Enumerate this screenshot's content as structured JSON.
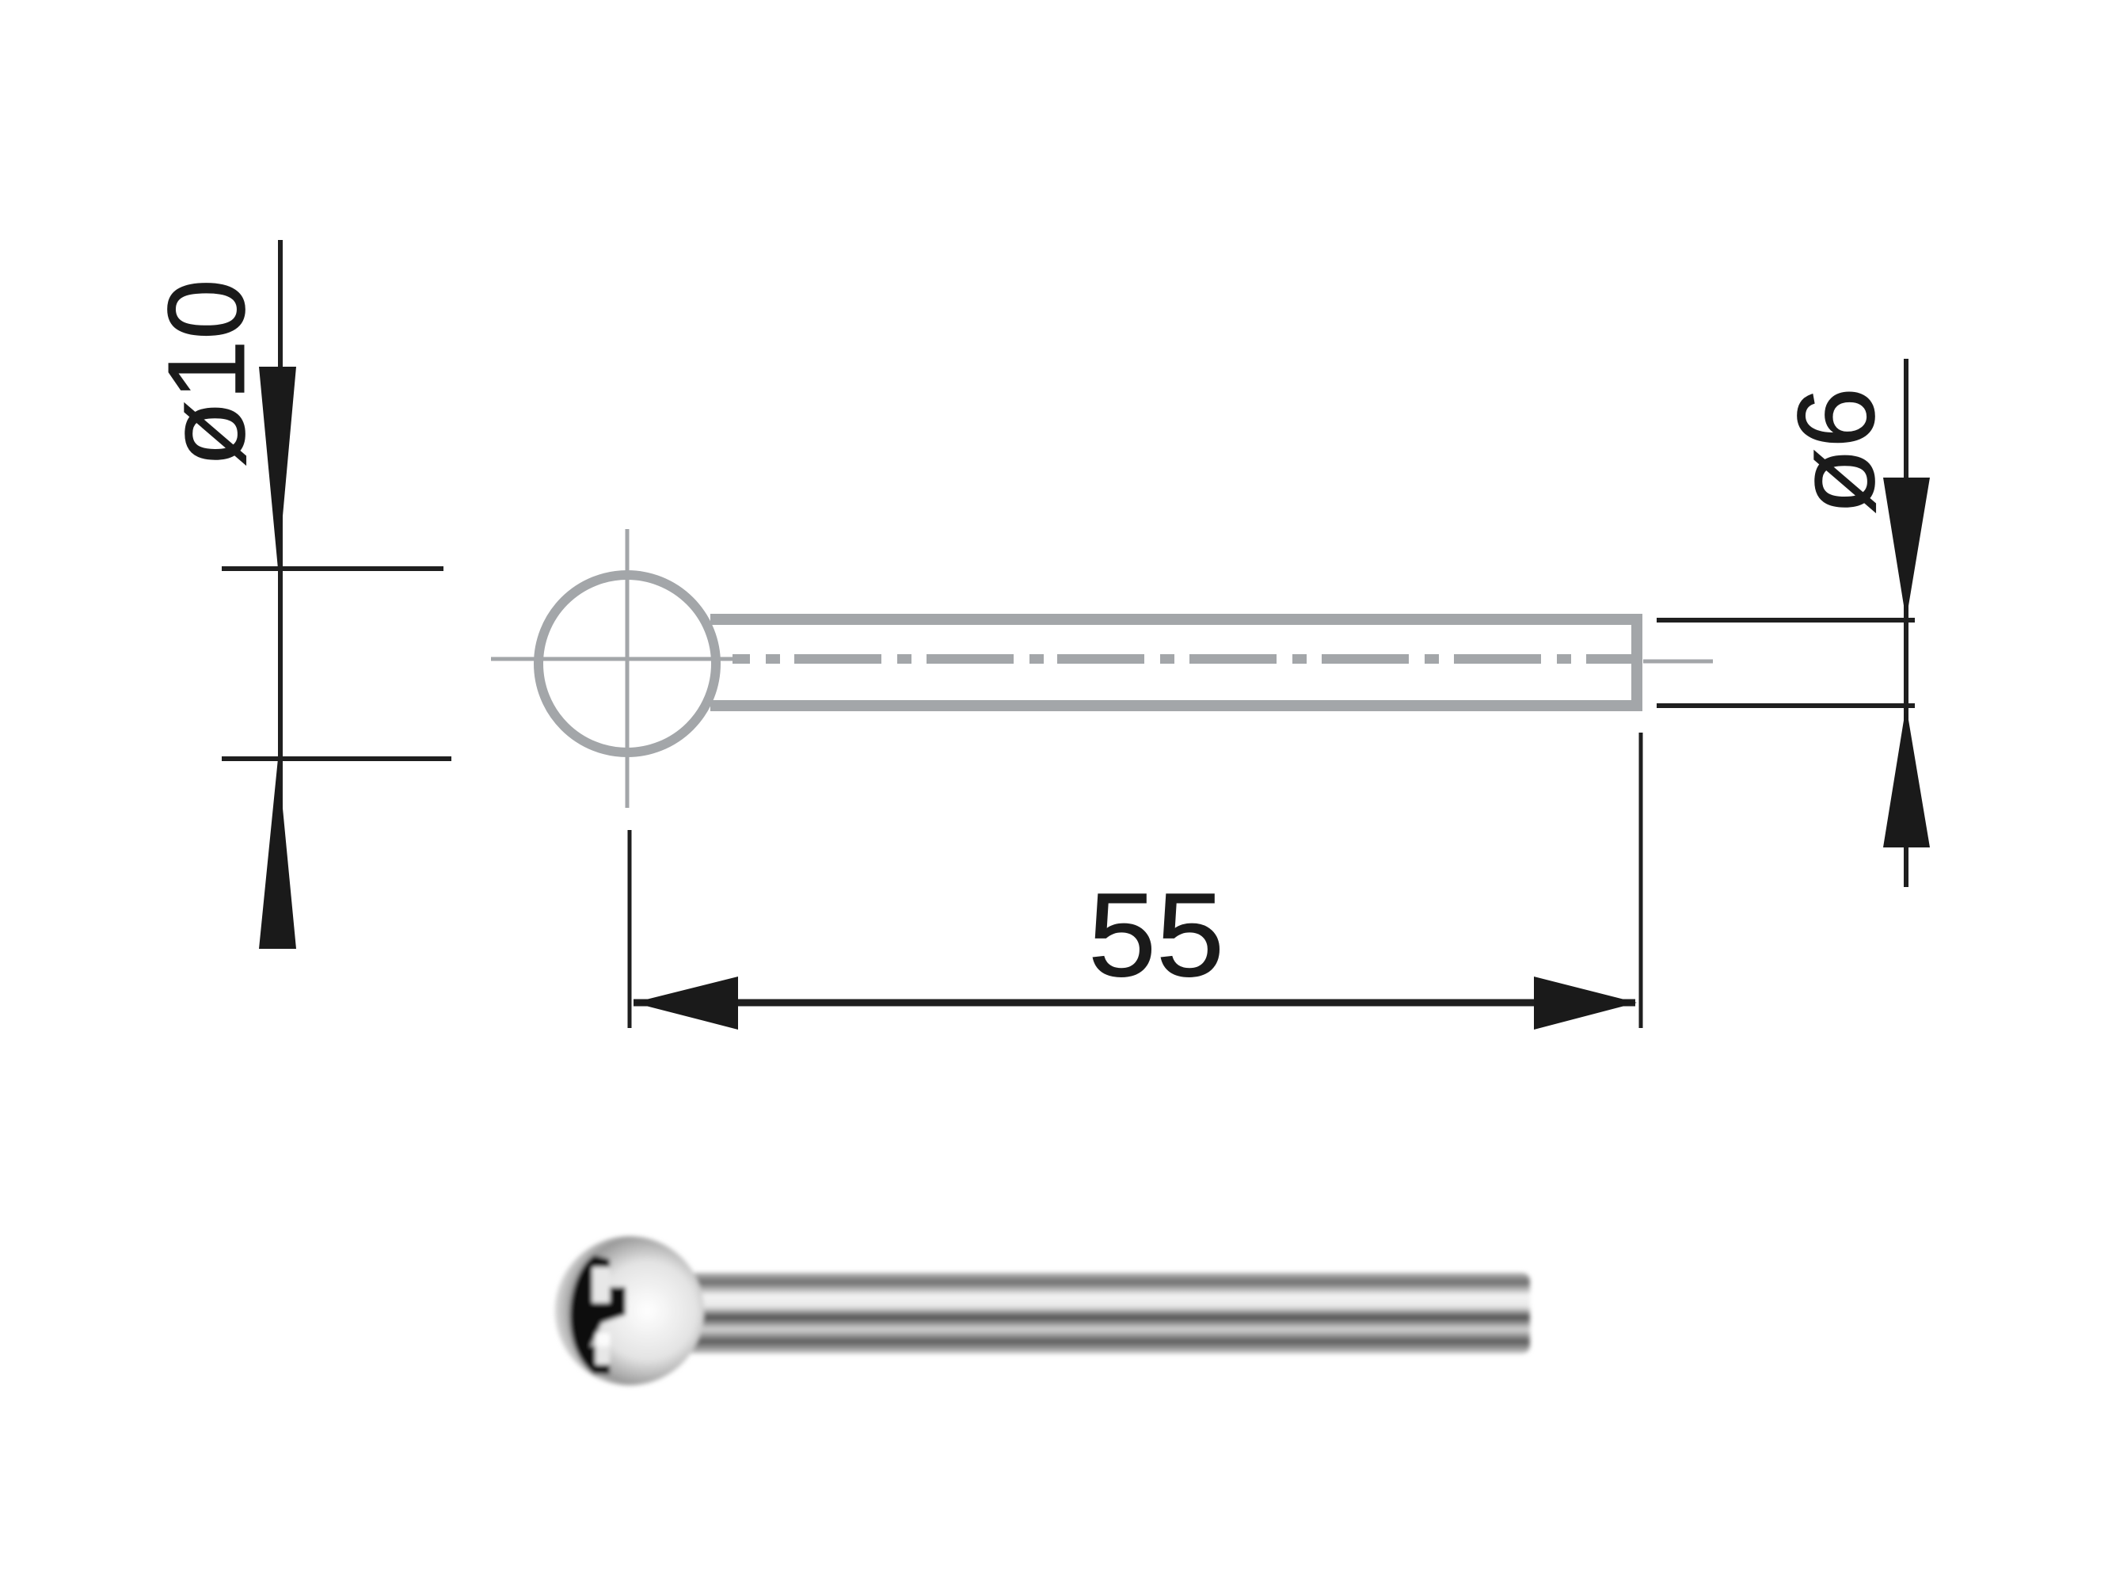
{
  "drawing": {
    "type": "technical-drawing",
    "subject": "ball-head pin",
    "dimensions": {
      "ball_diameter": {
        "label": "ø10",
        "value": 10
      },
      "shaft_diameter": {
        "label": "ø6",
        "value": 6
      },
      "length": {
        "label": "55",
        "value": 55
      }
    },
    "colors": {
      "dimension_lines": "#1f1f1f",
      "part_outline": "#a3a6a9",
      "background": "#ffffff"
    }
  },
  "photo": {
    "description": "rendered product photo of chrome ball-head pin"
  }
}
